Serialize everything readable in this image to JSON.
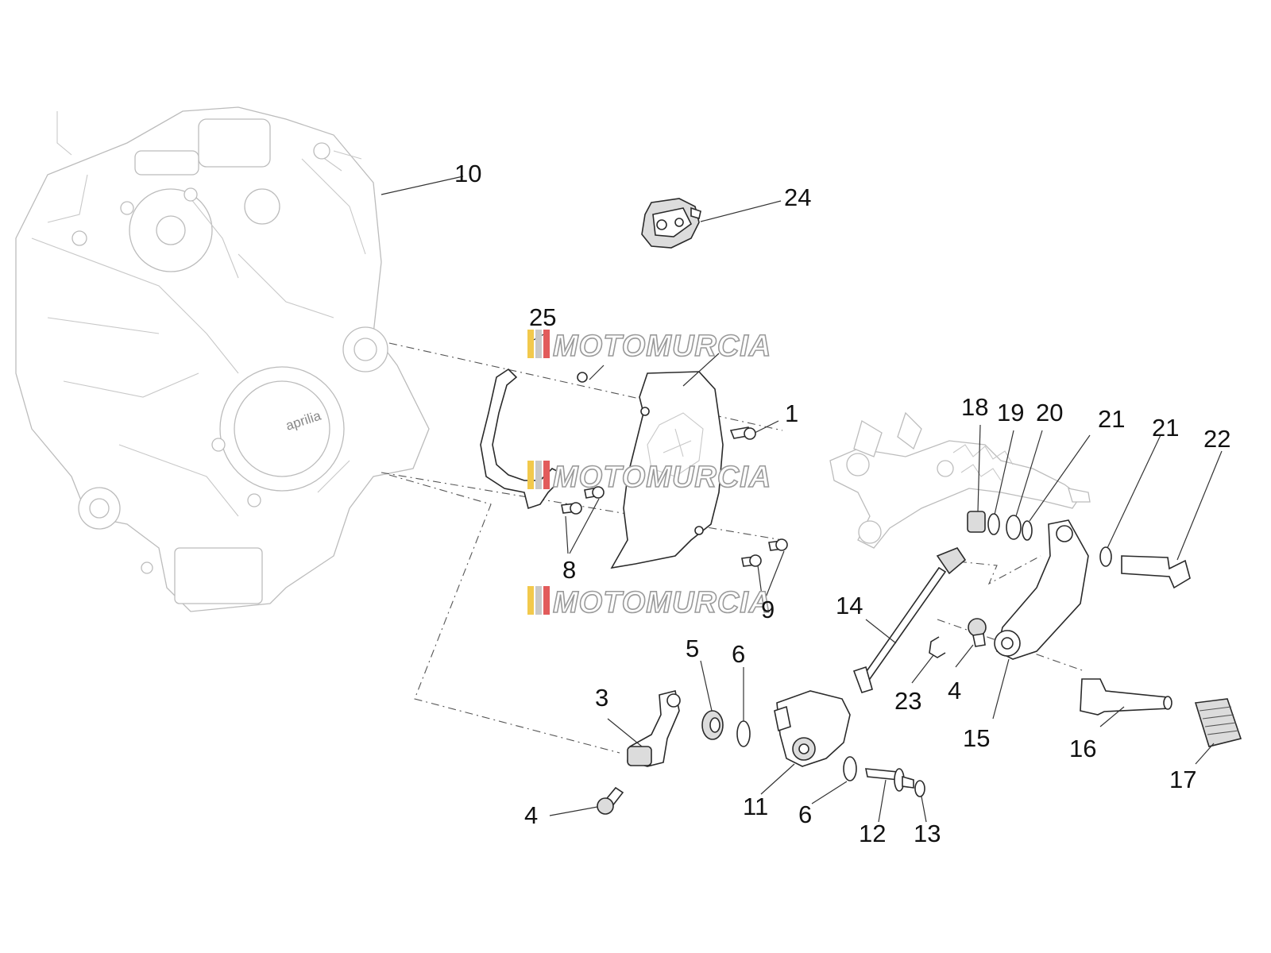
{
  "diagram": {
    "callouts": [
      {
        "id": "c10",
        "label": "10"
      },
      {
        "id": "c24",
        "label": "24"
      },
      {
        "id": "c25",
        "label": "25"
      },
      {
        "id": "c1",
        "label": "1"
      },
      {
        "id": "c8",
        "label": "8"
      },
      {
        "id": "c9",
        "label": "9"
      },
      {
        "id": "c18",
        "label": "18"
      },
      {
        "id": "c19",
        "label": "19"
      },
      {
        "id": "c20",
        "label": "20"
      },
      {
        "id": "c21a",
        "label": "21"
      },
      {
        "id": "c21b",
        "label": "21"
      },
      {
        "id": "c22",
        "label": "22"
      },
      {
        "id": "c14",
        "label": "14"
      },
      {
        "id": "c23",
        "label": "23"
      },
      {
        "id": "c4a",
        "label": "4"
      },
      {
        "id": "c15",
        "label": "15"
      },
      {
        "id": "c16",
        "label": "16"
      },
      {
        "id": "c17",
        "label": "17"
      },
      {
        "id": "c5",
        "label": "5"
      },
      {
        "id": "c6a",
        "label": "6"
      },
      {
        "id": "c3",
        "label": "3"
      },
      {
        "id": "c11",
        "label": "11"
      },
      {
        "id": "c6b",
        "label": "6"
      },
      {
        "id": "c12",
        "label": "12"
      },
      {
        "id": "c13",
        "label": "13"
      },
      {
        "id": "c4b",
        "label": "4"
      }
    ],
    "engine_brand": "aprilia"
  },
  "watermark": {
    "text": "MOTOMURCIA",
    "colors": [
      "#f2c94c",
      "#c8c8c8",
      "#e25b5b"
    ]
  }
}
